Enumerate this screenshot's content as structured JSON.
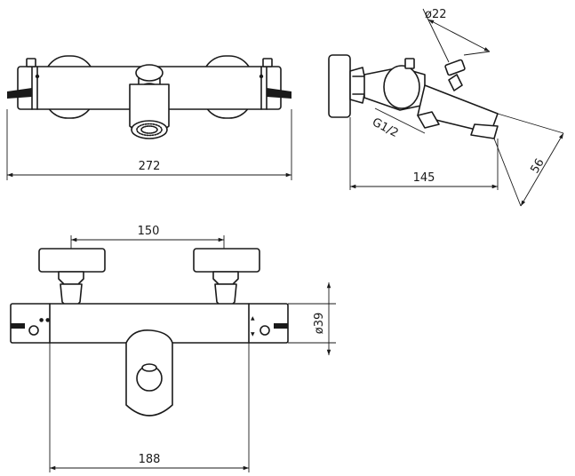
{
  "views": {
    "front": {
      "dim_width": "272"
    },
    "side": {
      "dim_outlet_dia": "ø22",
      "dim_thread": "G1/2",
      "dim_depth": "145",
      "dim_height": "56"
    },
    "bottom": {
      "dim_centers": "150",
      "dim_body_dia": "ø39",
      "dim_body_len": "188"
    }
  },
  "colors": {
    "line": "#1a1a1a",
    "background": "#ffffff"
  }
}
